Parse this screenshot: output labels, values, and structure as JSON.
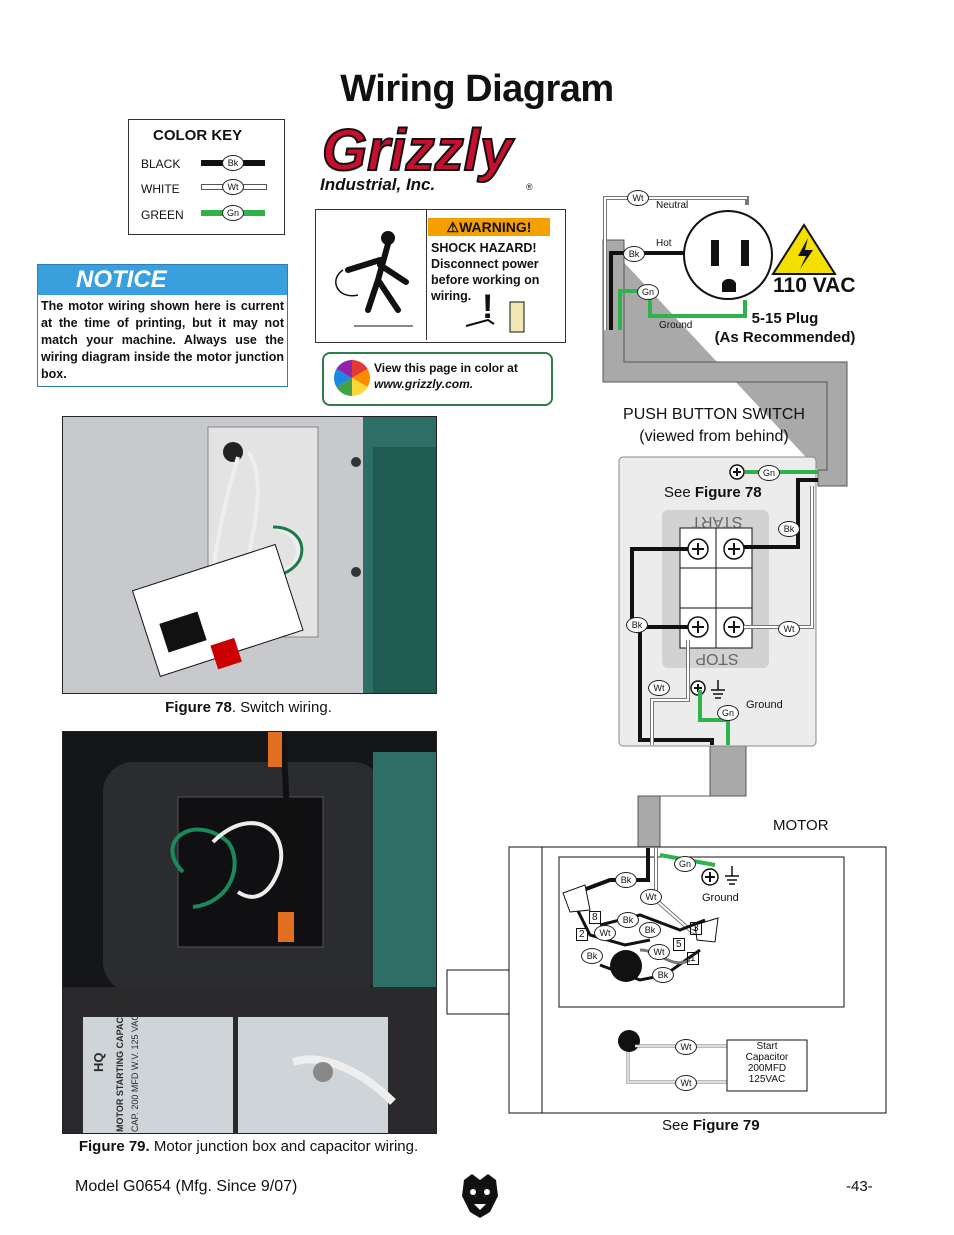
{
  "page": {
    "title": "Wiring Diagram",
    "model": "Model G0654 (Mfg. Since 9/07)",
    "page_number": "-43-"
  },
  "color_key": {
    "title": "COLOR KEY",
    "items": [
      {
        "label": "BLACK",
        "tag": "Bk",
        "color": "#111111"
      },
      {
        "label": "WHITE",
        "tag": "Wt",
        "color": "#ffffff"
      },
      {
        "label": "GREEN",
        "tag": "Gn",
        "color": "#2db34a"
      }
    ]
  },
  "logo": {
    "brand": "Grizzly",
    "sub": "Industrial, Inc.",
    "mark": "®"
  },
  "warning": {
    "heading": "WARNING!",
    "text": "SHOCK HAZARD! Disconnect power before working on wiring."
  },
  "notice": {
    "heading": "NOTICE",
    "body": "The motor wiring shown here is current at the time of printing, but it may not match your machine. Always use the wiring diagram inside the motor junction box."
  },
  "color_web": {
    "line1": "View this page in color at",
    "line2": "www.grizzly.com."
  },
  "figure78": {
    "label": "Figure 78",
    "caption": ". Switch wiring."
  },
  "figure79": {
    "label": "Figure 79.",
    "caption": " Motor junction box and capacitor wiring."
  },
  "photo_text": {
    "cap1": "MOTOR STARTING CAPACITOR",
    "cap2": "CAP. 200 MFD W.V. 125 VAC",
    "hq": "HQ"
  },
  "plug": {
    "neutral": "Neutral",
    "hot": "Hot",
    "ground": "Ground",
    "voltage": "110 VAC",
    "type_line1": "5-15 Plug",
    "type_line2": "(As Recommended)"
  },
  "switch": {
    "title_line1": "PUSH BUTTON SWITCH",
    "title_line2": "(viewed from behind)",
    "see": "See ",
    "see_fig": "Figure 78",
    "start": "START",
    "stop": "STOP",
    "ground": "Ground"
  },
  "motor": {
    "title": "MOTOR",
    "ground": "Ground",
    "terminals": [
      "8",
      "2",
      "3",
      "5",
      "1"
    ],
    "capacitor": [
      "Start",
      "Capacitor",
      "200MFD",
      "125VAC"
    ],
    "see": "See ",
    "see_fig": "Figure 79"
  },
  "wire_tags": {
    "bk": "Bk",
    "wt": "Wt",
    "gn": "Gn"
  },
  "colors": {
    "black": "#111111",
    "white": "#ffffff",
    "green": "#2db34a",
    "notice_blue": "#3aa0dd",
    "warning_orange": "#f5a000",
    "conduit_gray": "#a9a9a9"
  }
}
